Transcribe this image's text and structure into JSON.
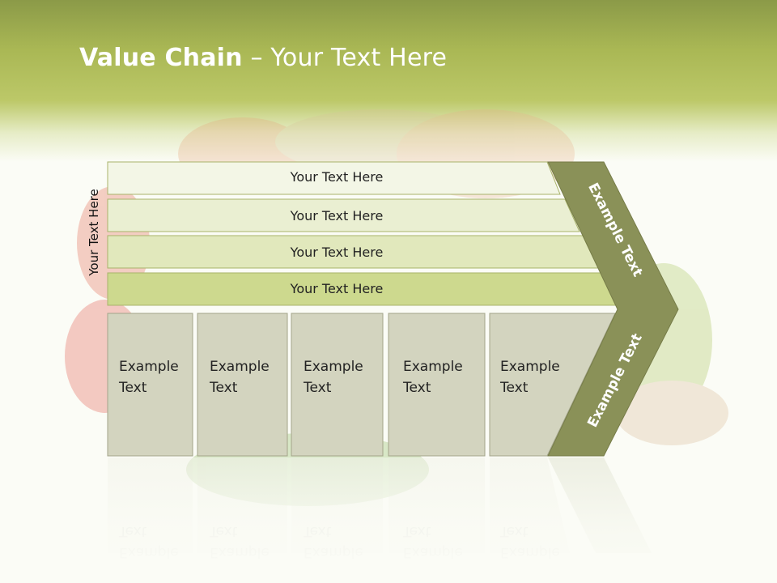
{
  "title": {
    "bold": "Value Chain",
    "rest": " – Your Text Here"
  },
  "side_label": "Your Text Here",
  "rows": [
    {
      "label": "Your Text Here",
      "color": "#f3f6e6"
    },
    {
      "label": "Your Text Here",
      "color": "#eaefd2"
    },
    {
      "label": "Your Text Here",
      "color": "#e1e8bc"
    },
    {
      "label": "Your Text Here",
      "color": "#cdd98e"
    }
  ],
  "boxes": [
    {
      "line1": "Example",
      "line2": "Text"
    },
    {
      "line1": "Example",
      "line2": "Text"
    },
    {
      "line1": "Example",
      "line2": "Text"
    },
    {
      "line1": "Example",
      "line2": "Text"
    },
    {
      "line1": "Example",
      "line2": "Text"
    }
  ],
  "arrow": {
    "upper_label": "Example Text",
    "lower_label": "Example Text",
    "color": "#8a9158"
  },
  "colors": {
    "box_fill": "#d3d4bf",
    "box_stroke": "#a3a58a",
    "row_stroke": "#a8b36a",
    "header": "#a9b754"
  }
}
